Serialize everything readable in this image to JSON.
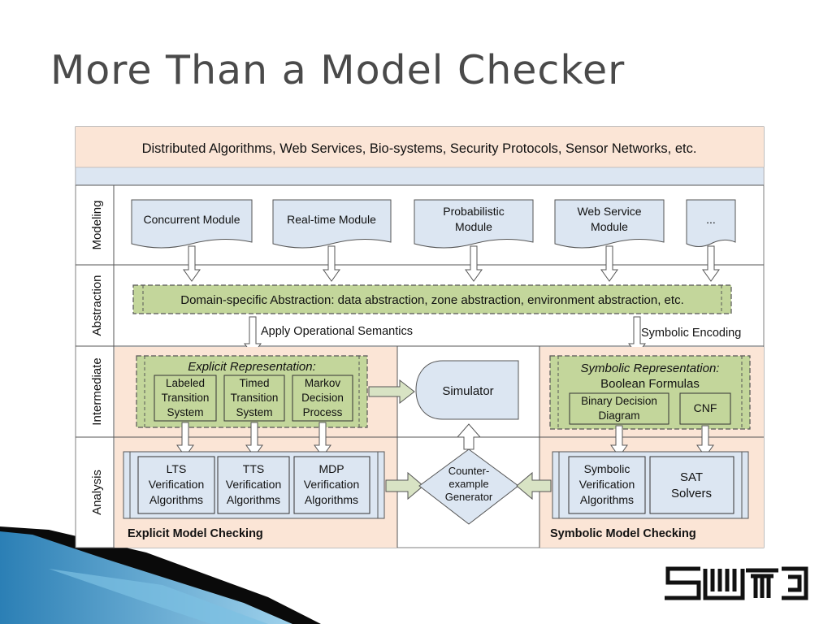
{
  "slide": {
    "title": "More Than a Model Checker"
  },
  "diagram": {
    "domains": "Distributed Algorithms, Web Services, Bio-systems, Security Protocols, Sensor Networks, etc.",
    "rows": {
      "modeling": "Modeling",
      "abstraction": "Abstraction",
      "intermediate": "Intermediate",
      "analysis": "Analysis"
    },
    "modules": {
      "concurrent": "Concurrent Module",
      "realtime": "Real-time Module",
      "probabilistic": [
        "Probabilistic",
        "Module"
      ],
      "webservice": [
        "Web Service",
        "Module"
      ],
      "more": "..."
    },
    "abstraction_box": "Domain-specific Abstraction: data abstraction, zone abstraction, environment abstraction, etc.",
    "edge_labels": {
      "apply_semantics": "Apply Operational Semantics",
      "symbolic_encoding": "Symbolic Encoding"
    },
    "explicit": {
      "title": "Explicit Representation:",
      "lts": [
        "Labeled",
        "Transition",
        "System"
      ],
      "tts": [
        "Timed",
        "Transition",
        "System"
      ],
      "mdp": [
        "Markov",
        "Decision",
        "Process"
      ]
    },
    "simulator": "Simulator",
    "symbolic": {
      "title": "Symbolic Representation:",
      "subtitle": "Boolean Formulas",
      "bdd": [
        "Binary Decision",
        "Diagram"
      ],
      "cnf": "CNF"
    },
    "analysis": {
      "lts": [
        "LTS",
        "Verification",
        "Algorithms"
      ],
      "tts": [
        "TTS",
        "Verification",
        "Algorithms"
      ],
      "mdp": [
        "MDP",
        "Verification",
        "Algorithms"
      ],
      "counterexample": [
        "Counter-",
        "example",
        "Generator"
      ],
      "symbolic": [
        "Symbolic",
        "Verification",
        "Algorithms"
      ],
      "sat": [
        "SAT",
        "Solvers"
      ]
    },
    "footers": {
      "explicit": "Explicit Model Checking",
      "symbolic": "Symbolic Model Checking"
    }
  },
  "logo": {
    "text": "SUTD"
  },
  "colors": {
    "peach": "#fbe5d6",
    "blue": "#dce6f2",
    "green": "#c3d69b",
    "arrowFill": "#d8e3c4",
    "border": "#555555"
  }
}
